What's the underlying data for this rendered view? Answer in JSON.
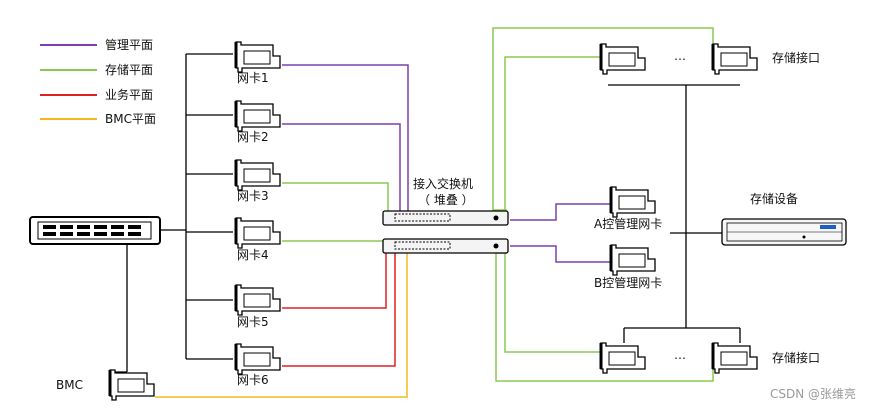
{
  "legend": [
    {
      "label": "管理平面",
      "color": "#7b3fb0"
    },
    {
      "label": "存储平面",
      "color": "#8cc850"
    },
    {
      "label": "业务平面",
      "color": "#e02020"
    },
    {
      "label": "BMC平面",
      "color": "#f5b820"
    }
  ],
  "nics": [
    "网卡1",
    "网卡2",
    "网卡3",
    "网卡4",
    "网卡5",
    "网卡6"
  ],
  "bmc_label": "BMC",
  "switch_title_1": "接入交换机",
  "switch_title_2": "（ 堆叠 ）",
  "controller_a": "A控管理网卡",
  "controller_b": "B控管理网卡",
  "storage_device": "存储设备",
  "storage_port_top": "存储接口",
  "storage_port_bottom": "存储接口",
  "ellipsis": "…",
  "watermark": "CSDN @张维亮",
  "colors": {
    "line": "#000000",
    "mgmt": "#7b3fb0",
    "storage": "#8cc850",
    "business": "#e02020",
    "bmc": "#f5b820"
  }
}
